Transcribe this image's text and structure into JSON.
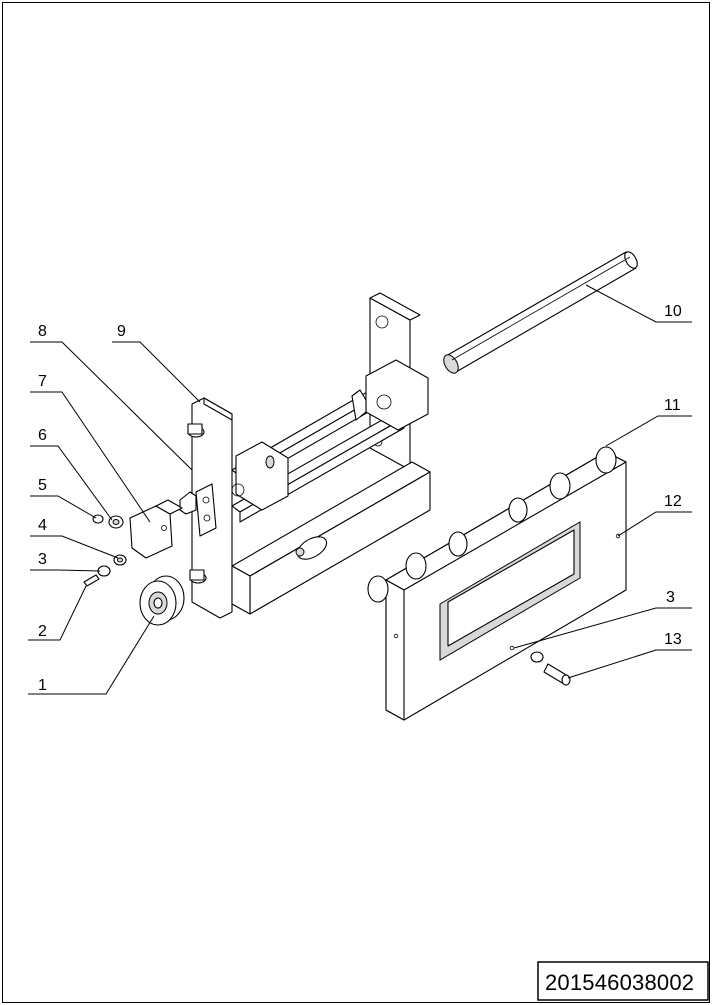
{
  "drawing": {
    "number": "201546038002",
    "callouts": {
      "c1": "1",
      "c2": "2",
      "c3": "3",
      "c4": "4",
      "c5": "5",
      "c6": "6",
      "c7": "7",
      "c8": "8",
      "c9": "9",
      "c10": "10",
      "c11": "11",
      "c12": "12",
      "c3b": "3",
      "c13": "13"
    }
  }
}
